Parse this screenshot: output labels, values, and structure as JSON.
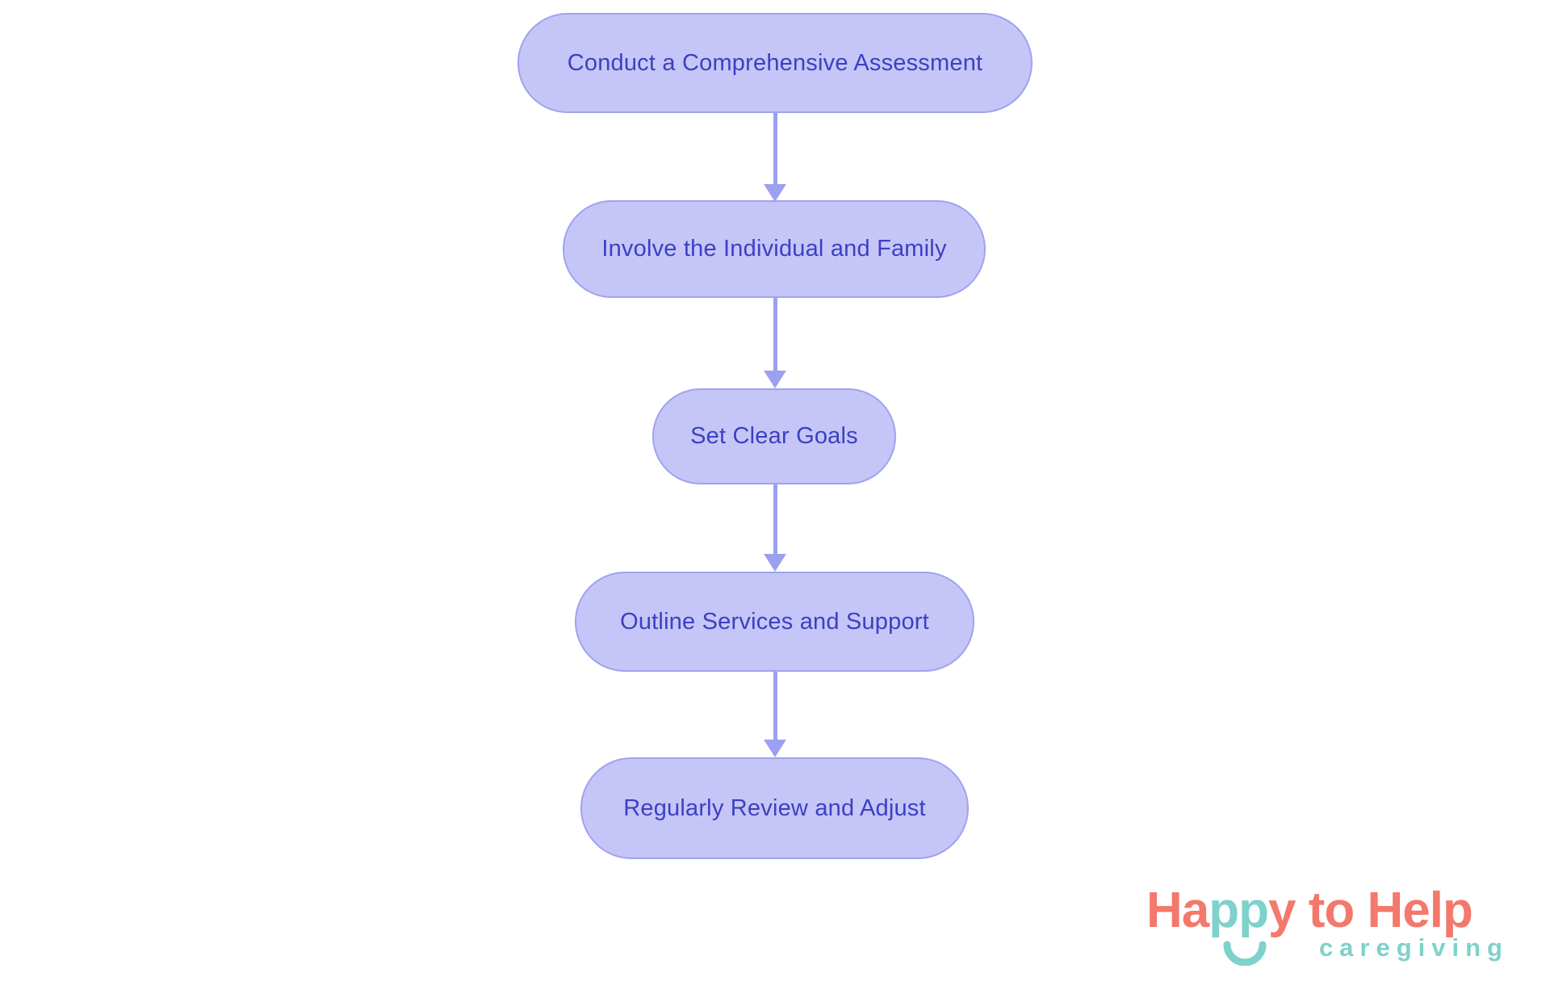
{
  "flowchart": {
    "type": "vertical-process-flow",
    "nodes": [
      {
        "id": "conduct-comprehensive-assessment",
        "label": "Conduct a Comprehensive Assessment"
      },
      {
        "id": "involve-individual-family",
        "label": "Involve the Individual and Family"
      },
      {
        "id": "set-clear-goals",
        "label": "Set Clear Goals"
      },
      {
        "id": "outline-services-support",
        "label": "Outline Services and Support"
      },
      {
        "id": "regularly-review-adjust",
        "label": "Regularly Review and Adjust"
      }
    ],
    "colors": {
      "node_fill": "#c5c6f7",
      "node_border": "#9fa3ef",
      "node_text": "#3c40c3",
      "arrow": "#9ca0f1",
      "background": "#ffffff"
    }
  },
  "logo": {
    "title_part1": "Ha",
    "title_part2": "pp",
    "title_part3": "y to Help",
    "subtitle": "caregiving",
    "colors": {
      "coral": "#f4786c",
      "teal": "#7fd1cb"
    }
  }
}
